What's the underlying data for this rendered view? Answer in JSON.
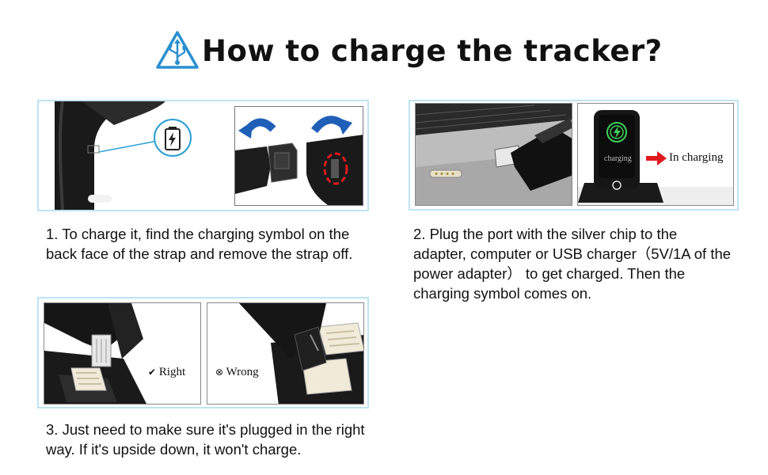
{
  "header": {
    "title": "How to charge the tracker?",
    "icon": "usb-warning-icon",
    "accent_color": "#2a8fd0"
  },
  "step1": {
    "text": "1. To charge it, find the charging symbol on the back face of the strap and remove the strap off."
  },
  "step2": {
    "text": "2. Plug the port with the silver chip to the adapter, computer or USB charger（5V/1A of the power adapter） to get charged. Then the charging symbol comes on.",
    "screen_label": "charging",
    "status_label": "In charging",
    "arrow_color": "#e0191f"
  },
  "step3": {
    "text": "3. Just need to make sure it's plugged in the right way. If it's upside down, it won't charge.",
    "right_label": "Right",
    "wrong_label": "Wrong"
  },
  "colors": {
    "panel_border": "#bfe3f2",
    "blue_arrow": "#1f5fb8",
    "red_circle": "#e0191f",
    "charge_green": "#3ed15a"
  }
}
